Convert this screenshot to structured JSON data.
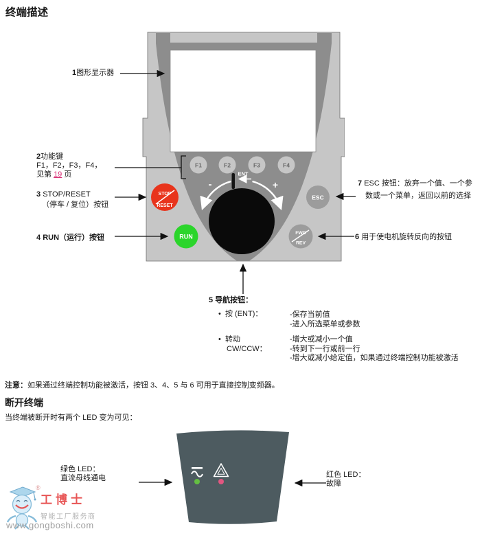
{
  "page": {
    "title": "终端描述"
  },
  "device": {
    "body_color": "#c6c6c6",
    "panel_color": "#8d8d8d",
    "function_keys": [
      "F1",
      "F2",
      "F3",
      "F4"
    ],
    "stop_reset": {
      "top": "STOP",
      "bottom": "RESET",
      "color": "#e8341c"
    },
    "run": {
      "label": "RUN",
      "color": "#2bd52b"
    },
    "esc": {
      "label": "ESC",
      "color": "#9c9c9c"
    },
    "fwd_rev": {
      "top": "FWD",
      "bottom": "REV",
      "color": "#9c9c9c"
    },
    "knob": {
      "ent": "ENT",
      "minus": "-",
      "plus": "+"
    }
  },
  "callouts": {
    "display": {
      "num": "1",
      "text": "图形显示器"
    },
    "function_keys": {
      "num": "2",
      "line1": "功能键",
      "line2": "F1，F2，F3，F4，",
      "line3_pre": "见第 ",
      "line3_link": "19",
      "line3_post": " 页"
    },
    "stop_reset": {
      "num": "3",
      "line1": "STOP/RESET",
      "line2": "（停车 / 复位）按钮"
    },
    "run": {
      "num": "4",
      "text": "RUN（运行）按钮"
    },
    "nav": {
      "num": "5",
      "title": "导航按钮：",
      "bullet": "•",
      "press_bullet": "按 (ENT)：",
      "press_descs": [
        "-保存当前值",
        "-进入所选菜单或参数"
      ],
      "turn_bullet_line1": "转动",
      "turn_bullet_line2": "CW/CCW：",
      "turn_descs": [
        "-增大或减小一个值",
        "-转到下一行或前一行",
        "-增大或减小给定值，如果通过终端控制功能被激活"
      ]
    },
    "reverse": {
      "num": "6",
      "text": "用于使电机旋转反向的按钮"
    },
    "esc": {
      "num": "7",
      "line1": "ESC 按钮：放弃一个值、一个参",
      "line2": "数或一个菜单，返回以前的选择"
    }
  },
  "note": {
    "label": "注意：",
    "text": "如果通过终端控制功能被激活，按钮 3、4、5 与 6 可用于直接控制变频器。"
  },
  "disconnect": {
    "heading": "断开终端",
    "intro": "当终端被断开时有两个 LED 变为可见：",
    "green_led": {
      "line1": "绿色 LED：",
      "line2": "直流母线通电",
      "color": "#64bf42"
    },
    "red_led": {
      "line1": "红色 LED：",
      "line2": "故障",
      "color": "#e25680"
    },
    "panel_color": "#4d5b60"
  },
  "watermark": {
    "brand": "工博士",
    "reg": "®",
    "tagline": "智能工厂服务商",
    "url": "www.gongboshi.com",
    "brand_color": "#e85555"
  }
}
